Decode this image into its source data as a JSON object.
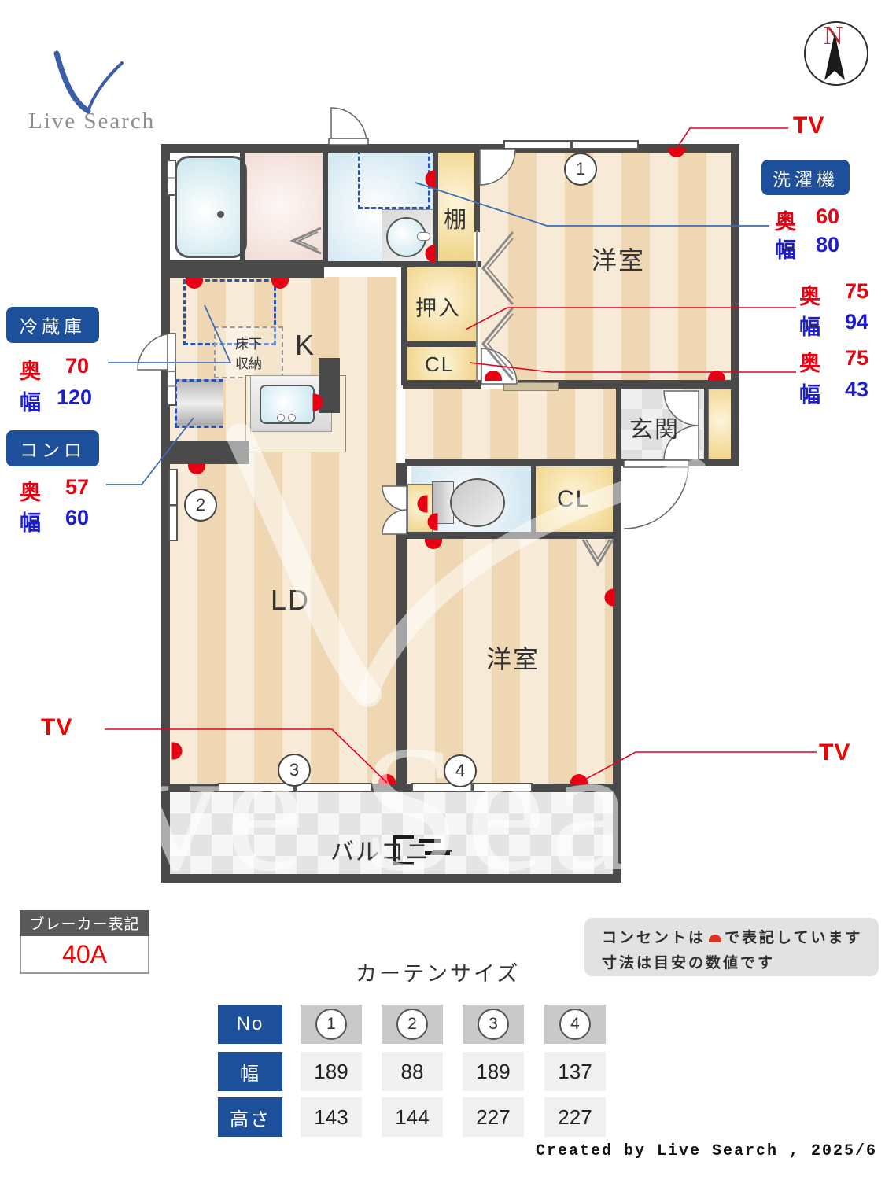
{
  "logo": {
    "text": "Live Search"
  },
  "compass": {
    "north": "N"
  },
  "plan": {
    "rooms": {
      "youshitsu_top": "洋室",
      "youshitsu_bottom": "洋室",
      "ld": "LD",
      "kitchen": "K",
      "genkan": "玄関",
      "balcony": "バルコニー",
      "tana": "棚",
      "oshiire": "押入",
      "cl_top": "CL",
      "cl_bottom": "CL",
      "yukashita_line1": "床下",
      "yukashita_line2": "収納"
    },
    "window_numbers": [
      "1",
      "2",
      "3",
      "4"
    ]
  },
  "annotations": {
    "tv_top_right": "TV",
    "tv_bottom_left": "TV",
    "tv_bottom_right": "TV",
    "washer": {
      "badge": "洗濯機",
      "depth_label": "奥",
      "depth": "60",
      "width_label": "幅",
      "width": "80"
    },
    "oshiire": {
      "depth_label": "奥",
      "depth": "75",
      "width_label": "幅",
      "width": "94"
    },
    "closet": {
      "depth_label": "奥",
      "depth": "75",
      "width_label": "幅",
      "width": "43"
    },
    "fridge": {
      "badge": "冷蔵庫",
      "depth_label": "奥",
      "depth": "70",
      "width_label": "幅",
      "width": "120"
    },
    "stove": {
      "badge": "コンロ",
      "depth_label": "奥",
      "depth": "57",
      "width_label": "幅",
      "width": "60"
    }
  },
  "breaker": {
    "title": "ブレーカー表記",
    "value": "40A"
  },
  "notes": {
    "line1_before": "コンセントは",
    "line1_after": "で表記しています",
    "line2": "寸法は目安の数値です"
  },
  "curtain": {
    "title": "カーテンサイズ",
    "row_headers": [
      "No",
      "幅",
      "高さ"
    ],
    "columns": [
      {
        "no": "1",
        "width": "189",
        "height": "143"
      },
      {
        "no": "2",
        "width": "88",
        "height": "144"
      },
      {
        "no": "3",
        "width": "189",
        "height": "227"
      },
      {
        "no": "4",
        "width": "137",
        "height": "227"
      }
    ]
  },
  "footer": {
    "credit": "Created by Live Search , 2025/6"
  },
  "colors": {
    "accent_blue": "#1d4f9a",
    "red": "#e60012",
    "blue": "#1d1dcf",
    "wall": "#4a4a4a"
  }
}
